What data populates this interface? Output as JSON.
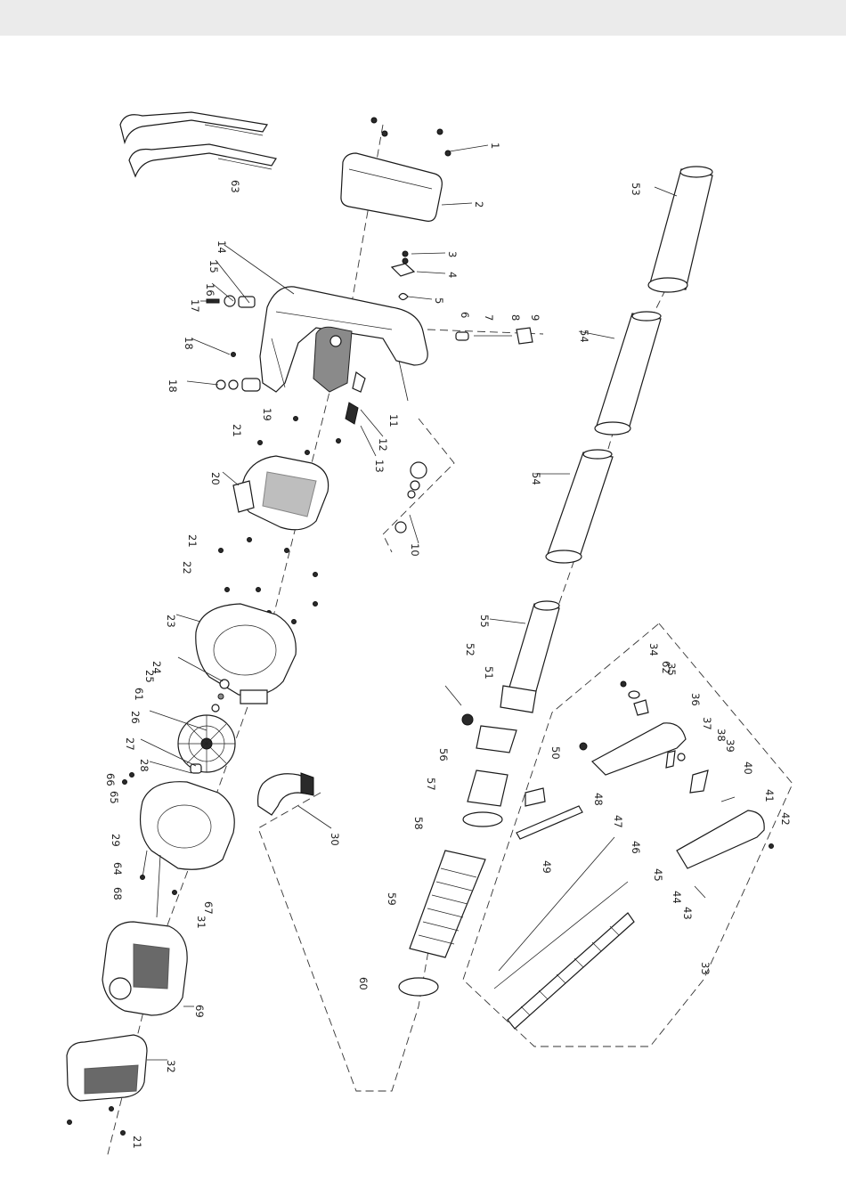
{
  "callouts": [
    {
      "text": "1"
    },
    {
      "text": "2"
    },
    {
      "text": "3"
    },
    {
      "text": "4"
    },
    {
      "text": "5"
    },
    {
      "text": "6"
    },
    {
      "text": "7"
    },
    {
      "text": "8"
    },
    {
      "text": "9"
    },
    {
      "text": "10"
    },
    {
      "text": "11"
    },
    {
      "text": "12"
    },
    {
      "text": "13"
    },
    {
      "text": "14"
    },
    {
      "text": "15"
    },
    {
      "text": "16"
    },
    {
      "text": "17"
    },
    {
      "text": "18"
    },
    {
      "text": "18"
    },
    {
      "text": "19"
    },
    {
      "text": "20"
    },
    {
      "text": "21"
    },
    {
      "text": "21"
    },
    {
      "text": "21"
    },
    {
      "text": "22"
    },
    {
      "text": "23"
    },
    {
      "text": "24"
    },
    {
      "text": "25"
    },
    {
      "text": "26"
    },
    {
      "text": "27"
    },
    {
      "text": "28"
    },
    {
      "text": "29"
    },
    {
      "text": "30"
    },
    {
      "text": "31"
    },
    {
      "text": "32"
    },
    {
      "text": "33"
    },
    {
      "text": "34"
    },
    {
      "text": "35"
    },
    {
      "text": "36"
    },
    {
      "text": "37"
    },
    {
      "text": "38"
    },
    {
      "text": "39"
    },
    {
      "text": "40"
    },
    {
      "text": "41"
    },
    {
      "text": "42"
    },
    {
      "text": "43"
    },
    {
      "text": "44"
    },
    {
      "text": "45"
    },
    {
      "text": "46"
    },
    {
      "text": "47"
    },
    {
      "text": "48"
    },
    {
      "text": "49"
    },
    {
      "text": "50"
    },
    {
      "text": "51"
    },
    {
      "text": "52"
    },
    {
      "text": "53"
    },
    {
      "text": "54"
    },
    {
      "text": "54"
    },
    {
      "text": "55"
    },
    {
      "text": "56"
    },
    {
      "text": "57"
    },
    {
      "text": "58"
    },
    {
      "text": "59"
    },
    {
      "text": "60"
    },
    {
      "text": "61"
    },
    {
      "text": "62"
    },
    {
      "text": "63"
    },
    {
      "text": "64"
    },
    {
      "text": "65"
    },
    {
      "text": "66"
    },
    {
      "text": "67"
    },
    {
      "text": "68"
    },
    {
      "text": "69"
    }
  ]
}
